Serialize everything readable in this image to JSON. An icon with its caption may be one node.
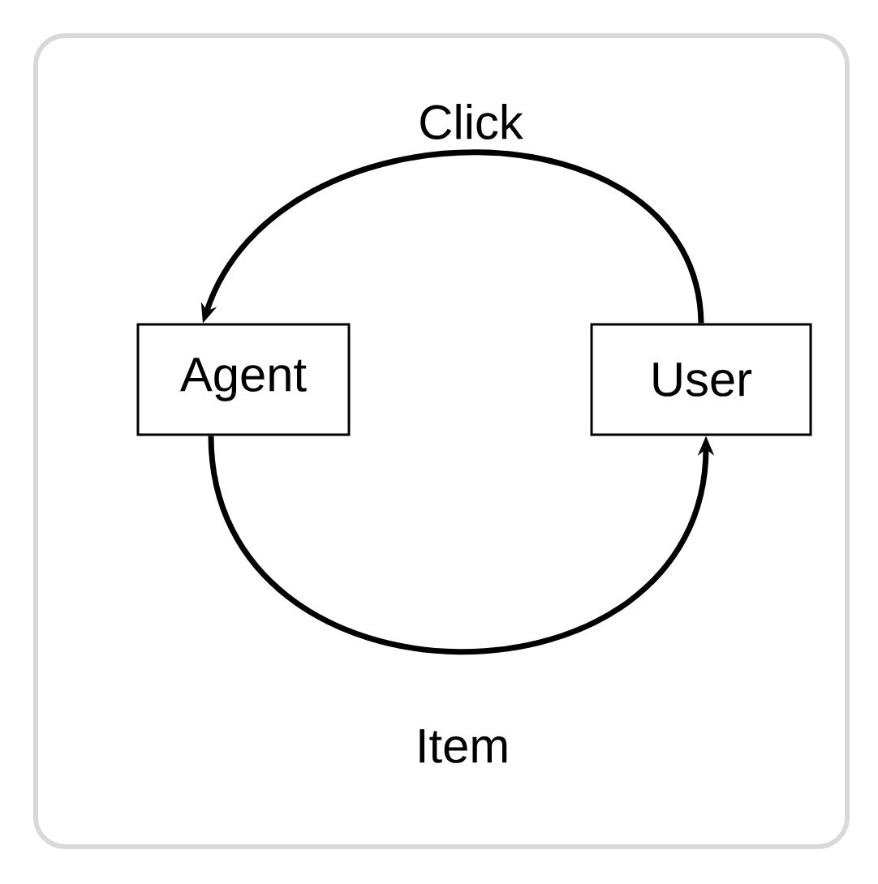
{
  "diagram": {
    "nodes": [
      {
        "text": [
          "Agent"
        ]
      },
      {
        "text": [
          "User"
        ]
      }
    ],
    "edges": [
      {
        "from": 1,
        "to": 0,
        "arrow": "to",
        "label": "Click"
      },
      {
        "from": 0,
        "to": 1,
        "arrow": "to",
        "label": "Item"
      }
    ]
  }
}
